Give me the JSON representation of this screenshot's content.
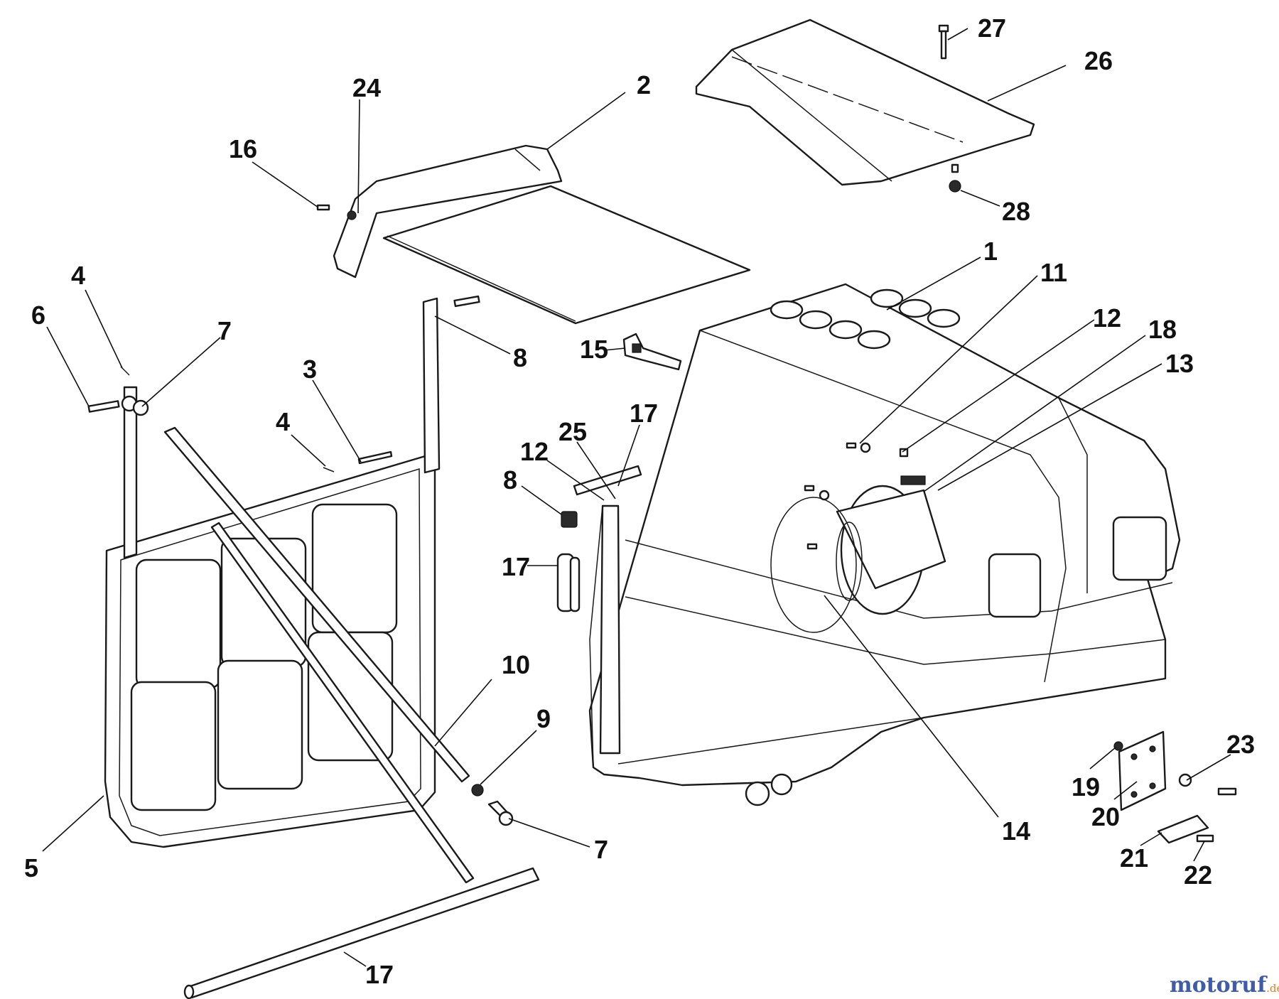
{
  "diagram": {
    "callouts": [
      {
        "id": "c27",
        "label": "27"
      },
      {
        "id": "c26",
        "label": "26"
      },
      {
        "id": "c28",
        "label": "28"
      },
      {
        "id": "c24",
        "label": "24"
      },
      {
        "id": "c2",
        "label": "2"
      },
      {
        "id": "c16",
        "label": "16"
      },
      {
        "id": "c1",
        "label": "1"
      },
      {
        "id": "c11",
        "label": "11"
      },
      {
        "id": "c4a",
        "label": "4"
      },
      {
        "id": "c6",
        "label": "6"
      },
      {
        "id": "c7a",
        "label": "7"
      },
      {
        "id": "c8a",
        "label": "8"
      },
      {
        "id": "c12a",
        "label": "12"
      },
      {
        "id": "c18",
        "label": "18"
      },
      {
        "id": "c15",
        "label": "15"
      },
      {
        "id": "c13",
        "label": "13"
      },
      {
        "id": "c3",
        "label": "3"
      },
      {
        "id": "c17a",
        "label": "17"
      },
      {
        "id": "c4b",
        "label": "4"
      },
      {
        "id": "c25",
        "label": "25"
      },
      {
        "id": "c12b",
        "label": "12"
      },
      {
        "id": "c8b",
        "label": "8"
      },
      {
        "id": "c17b",
        "label": "17"
      },
      {
        "id": "c10",
        "label": "10"
      },
      {
        "id": "c9",
        "label": "9"
      },
      {
        "id": "c23",
        "label": "23"
      },
      {
        "id": "c19",
        "label": "19"
      },
      {
        "id": "c20",
        "label": "20"
      },
      {
        "id": "c14",
        "label": "14"
      },
      {
        "id": "c5",
        "label": "5"
      },
      {
        "id": "c7b",
        "label": "7"
      },
      {
        "id": "c21",
        "label": "21"
      },
      {
        "id": "c22",
        "label": "22"
      },
      {
        "id": "c17c",
        "label": "17"
      }
    ]
  },
  "watermark": {
    "brand": "motoruf",
    "tld": ".de",
    "color_primary": "#3f5ca8",
    "color_accent": "#d9822b"
  }
}
